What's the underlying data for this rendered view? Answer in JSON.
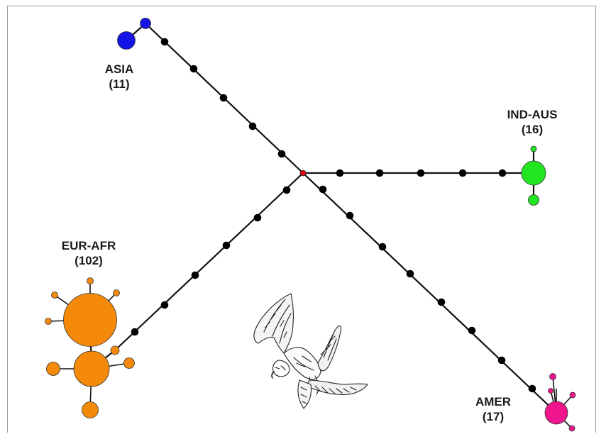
{
  "colors": {
    "edge": "#111111",
    "median_vector": "#000000",
    "center_node": "#e8000b",
    "asia": "#1414e6",
    "ind_aus": "#22e622",
    "eur_afr": "#f58a0a",
    "amer": "#f0158c",
    "node_outline": "#333333"
  },
  "groups": {
    "asia": {
      "name": "ASIA",
      "count": "(11)"
    },
    "ind_aus": {
      "name": "IND-AUS",
      "count": "(16)"
    },
    "eur_afr": {
      "name": "EUR-AFR",
      "count": "(102)"
    },
    "amer": {
      "name": "AMER",
      "count": "(17)"
    }
  },
  "illustration": {
    "icon": "osprey-bird-sketch"
  }
}
